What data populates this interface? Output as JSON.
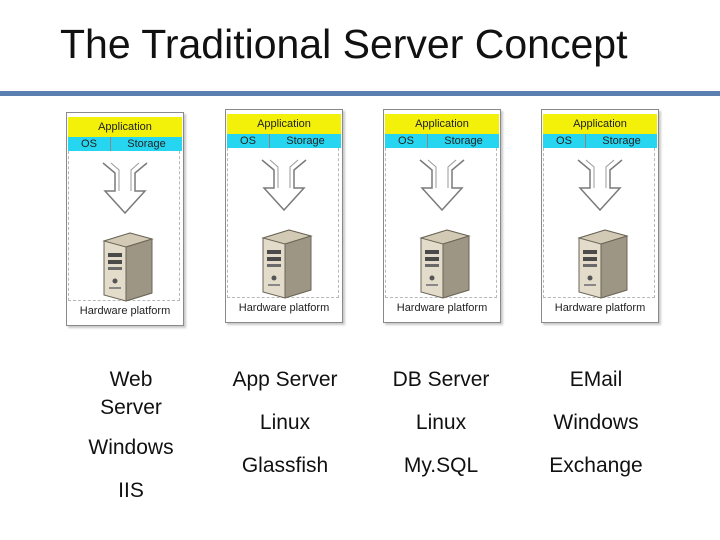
{
  "title": "The Traditional Server Concept",
  "stack_labels": {
    "application": "Application",
    "os": "OS",
    "storage": "Storage",
    "hardware": "Hardware platform"
  },
  "columns": [
    {
      "role": "Web Server",
      "os": "Windows",
      "software": "IIS"
    },
    {
      "role": "App Server",
      "os": "Linux",
      "software": "Glassfish"
    },
    {
      "role": "DB Server",
      "os": "Linux",
      "software": "My.SQL"
    },
    {
      "role": "EMail",
      "os": "Windows",
      "software": "Exchange"
    }
  ],
  "colors": {
    "application_bar": "#f3f10a",
    "os_storage_bar": "#26d6f0",
    "title_rule": "#5b7fb0"
  }
}
